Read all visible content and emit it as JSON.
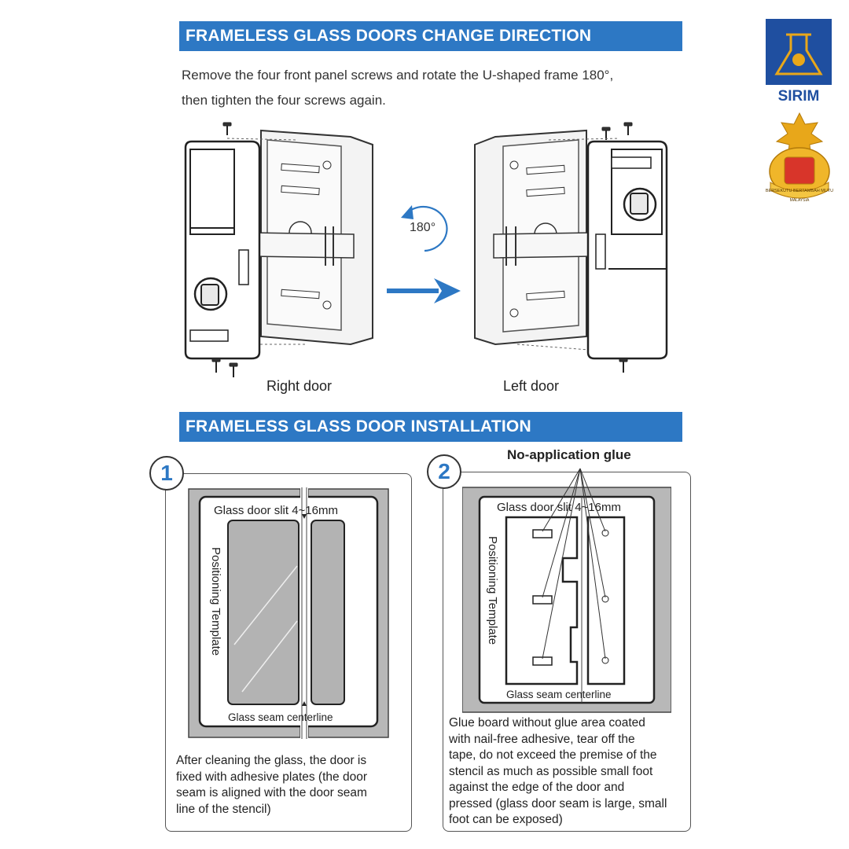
{
  "section1": {
    "title": "FRAMELESS GLASS DOORS CHANGE DIRECTION",
    "intro_line1": "Remove the four front panel screws and rotate the U-shaped frame 180°,",
    "intro_line2": "then tighten the four screws again.",
    "rotation_label": "180°",
    "caption_right": "Right door",
    "caption_left": "Left door"
  },
  "section2": {
    "title": "FRAMELESS GLASS DOOR INSTALLATION",
    "glue_title": "No-application glue",
    "step1": {
      "number": "1",
      "slit_label": "Glass door slit 4~16mm",
      "template_label": "Positioning Template",
      "centerline_label": "Glass seam centerline",
      "description": [
        "After cleaning the glass, the door is",
        "fixed with adhesive plates (the door",
        "seam is aligned with the door seam",
        "line of the stencil)"
      ]
    },
    "step2": {
      "number": "2",
      "slit_label": "Glass door slit 4~16mm",
      "template_label": "Positioning Template",
      "centerline_label": "Glass seam centerline",
      "description": [
        "Glue board without glue area coated",
        "with nail-free adhesive, tear off the",
        "tape, do not exceed the premise of the",
        "stencil as much as possible small foot",
        "against the edge of the door and",
        "pressed (glass door seam is large, small",
        "foot can be exposed)"
      ]
    }
  },
  "logos": {
    "sirim_text": "SIRIM",
    "crest_text": "BERSEKUTU BERTAMBAH MUTU",
    "crest_sub": "MALAYSIA"
  },
  "colors": {
    "banner": "#2d78c4",
    "accent": "#2d78c4",
    "sirim_blue": "#1f4fa0",
    "crest_gold": "#e8a71a"
  }
}
